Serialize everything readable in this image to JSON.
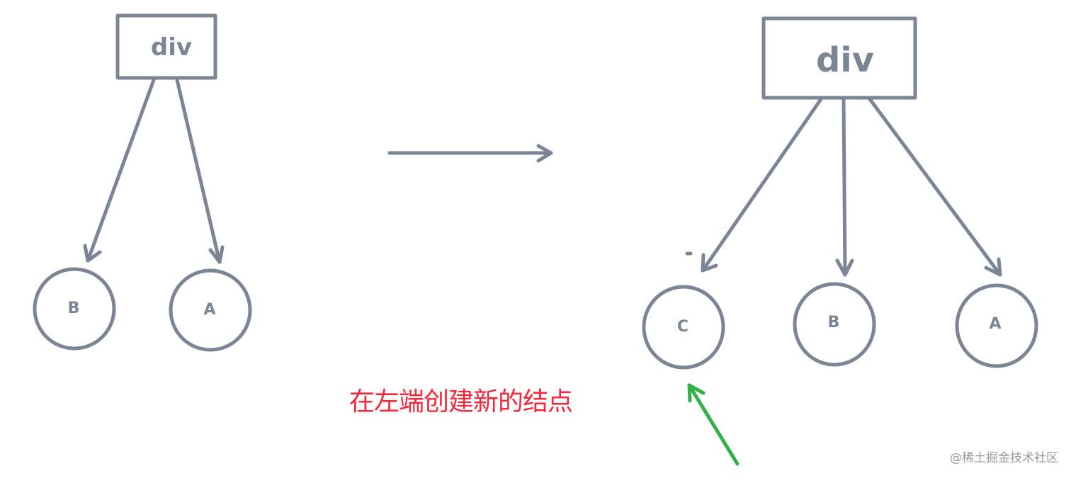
{
  "colors": {
    "stroke": "#7b8594",
    "caption": "#f5283c",
    "highlight_arrow": "#33b04a",
    "watermark": "#9a9a9a",
    "background": "#ffffff"
  },
  "before": {
    "root": {
      "label": "div"
    },
    "children": [
      {
        "label": "B"
      },
      {
        "label": "A"
      }
    ]
  },
  "transition_arrow": {
    "direction": "right"
  },
  "after": {
    "root": {
      "label": "div"
    },
    "children": [
      {
        "label": "C"
      },
      {
        "label": "B"
      },
      {
        "label": "A"
      }
    ]
  },
  "caption": "在左端创建新的结点",
  "highlight_arrow": {
    "target": "C",
    "color": "green"
  },
  "watermark": "@稀土掘金技术社区"
}
